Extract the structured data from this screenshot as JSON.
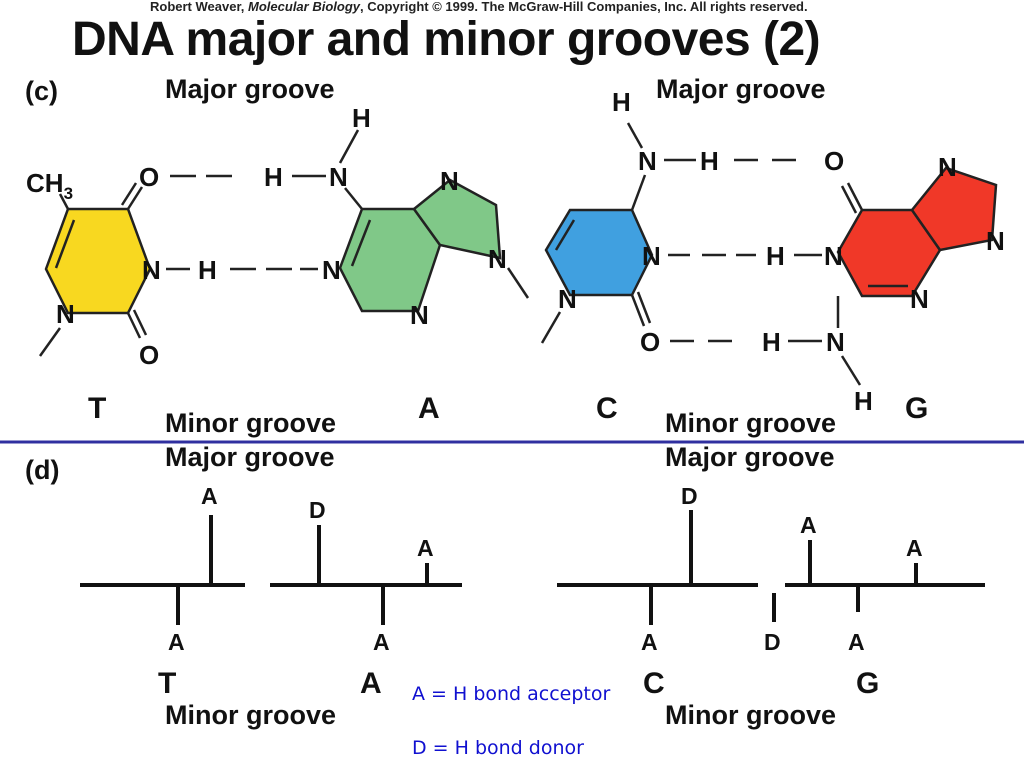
{
  "credit": {
    "author": "Robert Weaver, ",
    "book": "Molecular Biology",
    "rest": ", Copyright © 1999.  The McGraw-Hill Companies, Inc.  All rights reserved."
  },
  "title": "DNA major and minor grooves  (2)",
  "panel_c": {
    "label": "(c)",
    "major_groove_left": "Major groove",
    "major_groove_right": "Major groove",
    "minor_groove_left": "Minor groove",
    "minor_groove_right": "Minor groove",
    "base_T": "T",
    "base_A": "A",
    "base_C": "C",
    "base_G": "G",
    "ch3": "CH",
    "ch3_sub": "3",
    "atoms": {
      "N": "N",
      "O": "O",
      "H": "H"
    }
  },
  "panel_d": {
    "label": "(d)",
    "major_groove_left": "Major groove",
    "major_groove_right": "Major groove",
    "minor_groove_left": "Minor groove",
    "minor_groove_right": "Minor groove",
    "base_T": "T",
    "base_A": "A",
    "base_C": "C",
    "base_G": "G",
    "ta_pair": {
      "t_major": "A",
      "t_minor": "A",
      "a_major_left": "D",
      "a_major_right": "A",
      "a_minor": "A"
    },
    "cg_pair": {
      "c_major": "D",
      "c_minor": "A",
      "g_major_left": "A",
      "g_major_right": "A",
      "g_minor_left": "D",
      "g_minor_right": "A"
    }
  },
  "legend": {
    "acceptor": "A = H bond acceptor",
    "donor": "D = H bond donor"
  },
  "colors": {
    "thymine": "#f8d820",
    "adenine": "#80c888",
    "cytosine": "#40a0e0",
    "guanine": "#f03828",
    "divider": "#3030a0",
    "legend": "#1010d0"
  }
}
